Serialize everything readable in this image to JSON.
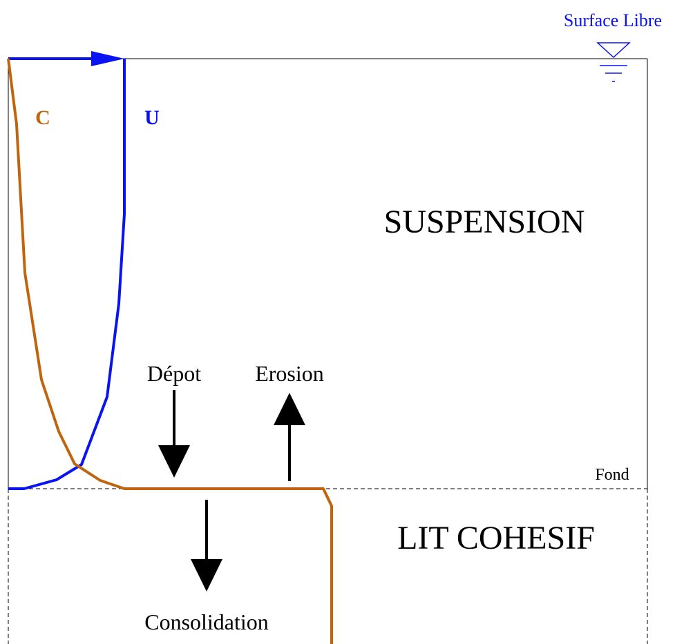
{
  "labels": {
    "surface": "Surface Libre",
    "concentration": "C",
    "velocity": "U",
    "suspension": "SUSPENSION",
    "depot": "Dépot",
    "erosion": "Erosion",
    "fond": "Fond",
    "lit": "LIT COHESIF",
    "consolidation": "Consolidation"
  },
  "colors": {
    "velocity": "#0a14f0",
    "concentration": "#c0650f",
    "arrows": "#000000",
    "frame": "#000000"
  }
}
